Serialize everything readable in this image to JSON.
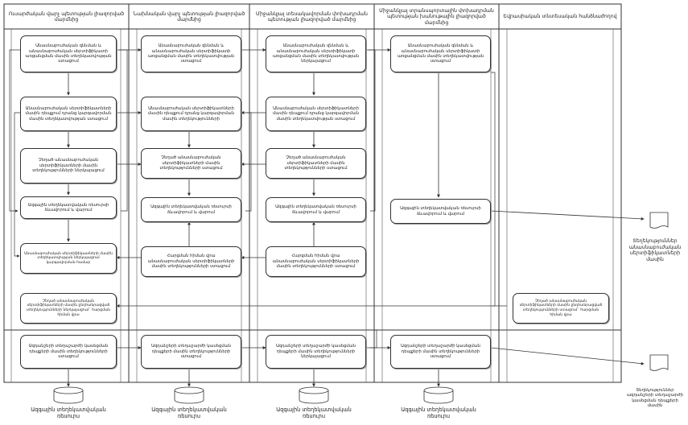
{
  "lanes": [
    "Ուսարժական վարչ պետության լիազորված մարմնից",
    "Նախնական վարչ պետության լիազորված մարմնից",
    "Միջանկյալ տեսակավորման փոխադրման պետության լիազորված մարմնից",
    "Միջանկյալ տրանսպորտային փոխադրման պետության խանութային լիազորված մարմնից",
    "Եվրասիական տնտեսական հանձնաժողով"
  ],
  "nodes": {
    "a1": "Անասնաբուժական զննման և անասնաբուժական սերտիֆիկատի առցանցման մասին տեղեկատվության ստացում",
    "a2": "Անասնաբուժական սերտիֆիկատների մասին դեպքում դրանց կարգավորման մասին տեղեկատվության ստացում",
    "a3": "Չեղած անասնաբուժական սերտիֆիկատների մասին տեղեկությունների ներկայացում",
    "a4": "Ազգային տեղեկատվական ռեսուրսի ձևավորում և վարում",
    "a5": "Անասնաբուժական սերտիֆիկատների մասին տեղեկատվության ներկայացում կարգավորման համար",
    "a6": "Չեղած անասնաբուժական սերտիֆիկատների մասին ընդհանրացված տեղեկությունների ներկայացում` հարցման հիման վրա",
    "a7": "Ազդանշերի տեղաշարժի կասեցման դեպքերի մասին տեղեկությունների ստացում",
    "b1": "Անասնաբուժական զննման և անասնաբուժական սերտիֆիկատի առցանցման մասին տեղեկատվության ստացում",
    "b2": "Անասնաբուժական սերտիֆիկատների մասին դեպքում դրանց կարգավորման մասին տեղեկությունների",
    "b3": "Չեղած անասնաբուժական սերտիֆիկատների մասին տեղեկությունների ստացում",
    "b4": "Ազգային տեղեկատվական ռեսուրսի ձևավորում և վարում",
    "b5": "Հարցման հիման վրա անասնաբուժական սերտիֆիկատների մասին տեղեկությունների ստացում",
    "b6": "Ազդանշերի տեղաշարժի կասեցման դեպքերի մասին տեղեկությունների ստացում",
    "c1": "Անասնաբուժական զննման և անասնաբուժական սերտիֆիկատի առցանցման մասին տեղեկատվության ներկայացում",
    "c2": "Անասնաբուժական սերտիֆիկատների մասին դեպքում դրանց կարգավորման մասին տեղեկատվության ստացում",
    "c3": "Չեղած անասնաբուժական սերտիֆիկատների մասին տեղեկությունների ստացում",
    "c4": "Ազգային տեղեկատվական ռեսուրսի ձևավորում և վարում",
    "c5": "Հարցման հիման վրա անասնաբուժական սերտիֆիկատների մասին տեղեկությունների ստացում",
    "c6": "Ազդանշերի տեղաշարժի կասեցման դեպքերի մասին տեղեկությունների ներկայացում",
    "d1": "Անասնաբուժական զննման և անասնաբուժական սերտիֆիկատի առցանցման մասին տեղեկատվության ստացում",
    "d2": "Ազգային տեղեկատվական ռեսուրսի ձևավորում և վարում",
    "d3": "Ազդանշերի տեղաշարժի կասեցման դեպքերի մասին տեղեկությունների ստացում",
    "e1": "Չեղած անասնաբուժական սերտիֆիկատների մասին ընդհանրացված տեղեկությունների ստացում` հարցման հիման վրա"
  },
  "databases": [
    "Ազգային տեղեկատվական ռեսուրս",
    "Ազգային տեղեկատվական ռեսուրս",
    "Ազգային տեղեկատվական ռեսուրս",
    "Ազգային տեղեկատվական ռեսուրս"
  ],
  "outputs": {
    "doc1": "Տեղեկություններ անասնաբուժական սերտիֆիկատների մասին",
    "doc2": "Տեղեկություններ ազդանշերի տեղաշարժի կասեցման դեպքերի մասին"
  }
}
